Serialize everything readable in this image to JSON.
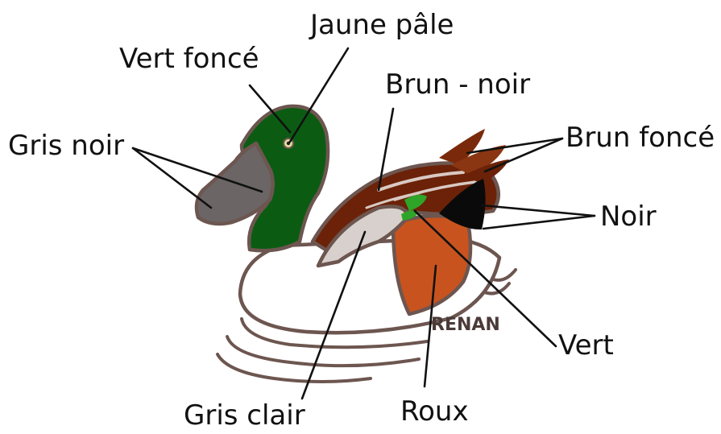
{
  "labels": {
    "jaune_pale": "Jaune pâle",
    "vert_fonce": "Vert foncé",
    "brun_noir": "Brun - noir",
    "gris_noir": "Gris noir",
    "brun_fonce": "Brun foncé",
    "noir": "Noir",
    "vert": "Vert",
    "gris_clair": "Gris clair",
    "roux": "Roux"
  },
  "signature": "RENAN",
  "colors": {
    "head": "#0b5c12",
    "bill": "#6b6565",
    "eye": "#e3de9e",
    "back": "#6b2208",
    "back_light": "#c7b7b1",
    "speculum": "#2ea528",
    "tail_black": "#0a0a0a",
    "flank": "#c9531e",
    "body": "#ffffff",
    "wing_light": "#d8d0cc",
    "outline": "#6d5650"
  }
}
